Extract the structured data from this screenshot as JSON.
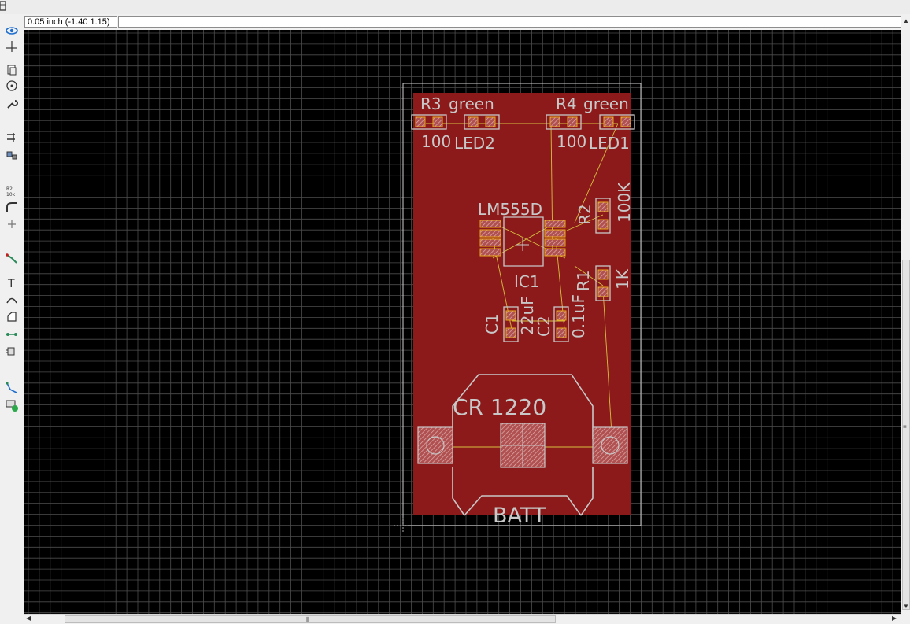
{
  "status": {
    "grid_coord": "0.05 inch (-1.40 1.15)",
    "command": ""
  },
  "toolbar": {
    "tools": [
      "eye-icon",
      "mark-icon",
      "copy-icon",
      "circle-target-icon",
      "wrench-icon",
      "split-icon",
      "group-icon",
      "name-value-icon",
      "miter-icon",
      "move-small-icon",
      "route-icon",
      "text-icon",
      "arc-icon",
      "polygon-icon",
      "via-icon",
      "smash-icon",
      "ratsnest-icon",
      "drc-icon"
    ]
  },
  "board": {
    "labels": {
      "r3": "R3",
      "r3_val": "green",
      "r3_ohm": "100",
      "led2": "LED2",
      "r4": "R4",
      "r4_val": "green",
      "r4_ohm": "100",
      "led1": "LED1",
      "ic_val": "LM555D",
      "ic_name": "IC1",
      "r2": "R2",
      "r2_val": "100K",
      "r1": "R1",
      "r1_val": "1K",
      "c1": "C1",
      "c1_val": "22uF",
      "c2": "C2",
      "c2_val": "0.1uF",
      "batt_val": "CR 1220",
      "batt_name": "BATT"
    },
    "colors": {
      "background": "#000000",
      "grid": "#4d4d4d",
      "copper": "#8c1a1a",
      "pad": "#e8a81e",
      "silkscreen": "#c8c8c8",
      "airwire": "#d6c040"
    }
  }
}
